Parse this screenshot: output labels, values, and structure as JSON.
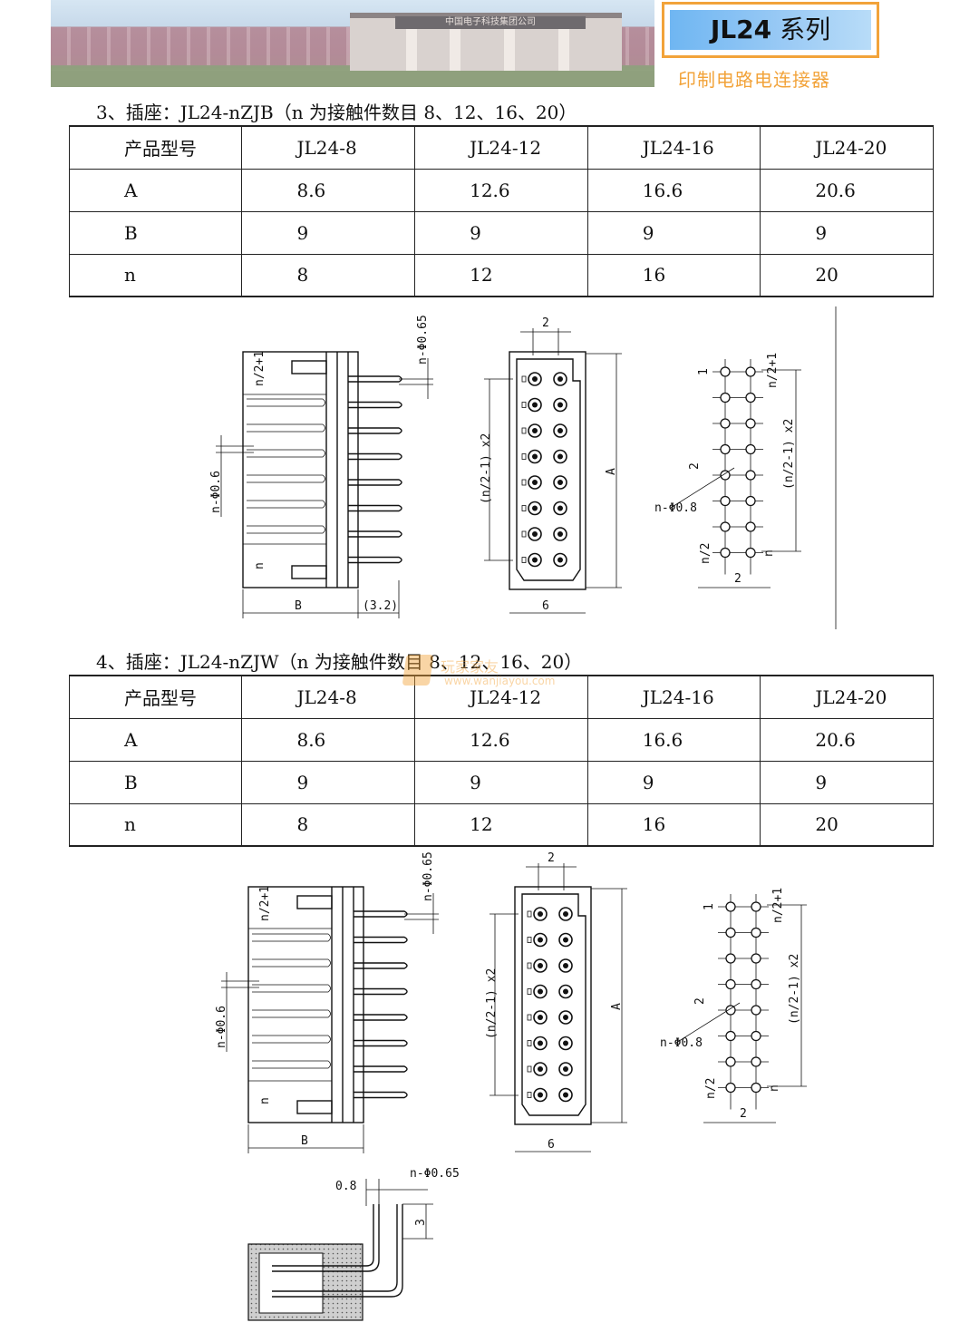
{
  "header": {
    "photo_sign": "中国电子科技集团公司",
    "brand_series": "JL24",
    "brand_suffix": "系列",
    "brand_subtitle": "印制电路电连接器",
    "brand_color": "#f2a33a"
  },
  "section3": {
    "title": "3、插座：JL24-nZJB（n 为接触件数目 8、12、16、20）",
    "table": {
      "headers": [
        "产品型号",
        "JL24-8",
        "JL24-12",
        "JL24-16",
        "JL24-20"
      ],
      "rows": [
        [
          "A",
          "8.6",
          "12.6",
          "16.6",
          "20.6"
        ],
        [
          "B",
          "9",
          "9",
          "9",
          "9"
        ],
        [
          "n",
          "8",
          "12",
          "16",
          "20"
        ]
      ]
    },
    "drawing_labels": {
      "pin_dia": "n-Φ0.65",
      "top_pin": "n/2+1",
      "bottom_pin": "n",
      "hole_dia": "n-Φ0.6",
      "dim_b": "B",
      "dim_32": "(3.2)",
      "pitch_top": "2",
      "span": "(n/2-1) x2",
      "dim_a": "A",
      "width6": "6",
      "pcb_first": "1",
      "pcb_top": "n/2+1",
      "pcb_pitch": "2",
      "pcb_hole": "n-Φ0.8",
      "pcb_span": "(n/2-1) x2",
      "pcb_half": "n/2",
      "pcb_n": "n",
      "pcb_bottom": "2"
    }
  },
  "section4": {
    "title": "4、插座：JL24-nZJW（n 为接触件数目 8、12、16、20）",
    "table": {
      "headers": [
        "产品型号",
        "JL24-8",
        "JL24-12",
        "JL24-16",
        "JL24-20"
      ],
      "rows": [
        [
          "A",
          "8.6",
          "12.6",
          "16.6",
          "20.6"
        ],
        [
          "B",
          "9",
          "9",
          "9",
          "9"
        ],
        [
          "n",
          "8",
          "12",
          "16",
          "20"
        ]
      ]
    },
    "drawing_labels": {
      "pin_dia": "n-Φ0.65",
      "top_pin": "n/2+1",
      "bottom_pin": "n",
      "hole_dia": "n-Φ0.6",
      "dim_b": "B",
      "pitch_top": "2",
      "span": "(n/2-1) x2",
      "dim_a": "A",
      "width6": "6",
      "pcb_first": "1",
      "pcb_top": "n/2+1",
      "pcb_pitch": "2",
      "pcb_hole": "n-Φ0.8",
      "pcb_span": "(n/2-1) x2",
      "pcb_half": "n/2",
      "pcb_n": "n",
      "pcb_bottom": "2",
      "side_08": "0.8",
      "side_pin": "n-Φ0.65",
      "side_3": "3"
    }
  },
  "watermark": {
    "name": "玩家家友",
    "url": "www.wanjiayou.com"
  }
}
